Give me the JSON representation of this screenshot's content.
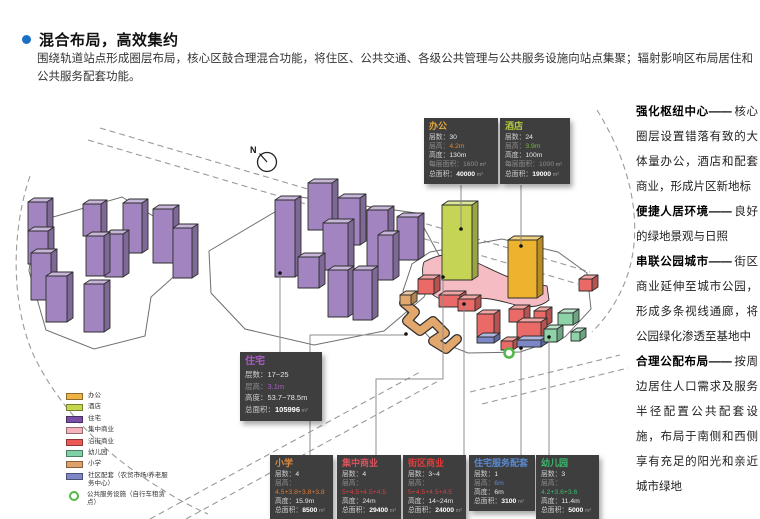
{
  "page": {
    "title": "混合布局，高效集约",
    "description": "围绕轨道站点形成圈层布局，核心区鼓合理混合功能，将住区、公共交通、各级公共管理与公共服务设施向站点集聚；辐射影响区布局居住和公共服务配套功能。",
    "bullet_color": "#1b6fc4"
  },
  "sidebar": {
    "paragraphs": [
      {
        "lead": "强化枢纽中心——",
        "text": "核心圈层设置错落有致的大体量办公，酒店和配套商业，形成片区新地标"
      },
      {
        "lead": "便捷人居环境——",
        "text": "良好的绿地景观与日照"
      },
      {
        "lead": "串联公园城市——",
        "text": "街区商业延伸至城市公园，形成多条视线通廊，将公园绿化渗透至基地中"
      },
      {
        "lead": "合理公配布局——",
        "text": "按周边居住人口需求及服务半径配置公共配套设施，布局于南侧和西侧享有充足的阳光和亲近城市绿地"
      }
    ]
  },
  "compass": {
    "label": "N"
  },
  "colors": {
    "office": "#c6d455",
    "hotel": "#edb32f",
    "residential": "#a285c0",
    "central_commercial": "#f6bcc4",
    "street_commercial": "#e96a66",
    "primary_school": "#e2a76c",
    "kindergarten": "#8ed2a8",
    "community": "#7b87c6",
    "public_service": "#52b948",
    "outline": "#2e2e2e",
    "road": "#9a9a9a",
    "boundary": "#6f6f6f"
  },
  "info_boxes": [
    {
      "title": "办公",
      "title_color": "#e2a63d",
      "accent": "#e2862f",
      "rows": [
        {
          "label": "层数",
          "value": "30"
        },
        {
          "label": "层高",
          "value": "4.2m",
          "label_dim": true,
          "accent": true
        },
        {
          "label": "高度",
          "value": "130m"
        },
        {
          "label": "每层面积",
          "value": "1600 m²",
          "label_dim": true,
          "value_dim": true
        },
        {
          "label": "总面积",
          "value": "40000 m²",
          "total": true
        }
      ]
    },
    {
      "title": "酒店",
      "title_color": "#b5c93f",
      "accent": "#78b43e",
      "rows": [
        {
          "label": "层数",
          "value": "24"
        },
        {
          "label": "层高",
          "value": "3.9m",
          "label_dim": true,
          "accent": true
        },
        {
          "label": "高度",
          "value": "100m"
        },
        {
          "label": "每层面积",
          "value": "1000 m²",
          "label_dim": true,
          "value_dim": true
        },
        {
          "label": "总面积",
          "value": "19000 m²",
          "total": true
        }
      ]
    },
    {
      "title": "住宅",
      "title_color": "#a85cc4",
      "accent": "#a85cc4",
      "rows": [
        {
          "label": "层数",
          "value": "17~25"
        },
        {
          "label": "层高",
          "value": "3.1m",
          "label_dim": true,
          "accent": true
        },
        {
          "label": "高度",
          "value": "53.7~78.5m"
        },
        {
          "label": "总面积",
          "value": "105996 m²",
          "total": true
        }
      ]
    },
    {
      "title": "小学",
      "title_color": "#dd8a3e",
      "accent": "#dd7a30",
      "rows": [
        {
          "label": "层数",
          "value": "4"
        },
        {
          "label": "层高",
          "value": "4.5+3.8+3.8+3.8",
          "label_dim": true,
          "accent": true,
          "wrap": true
        },
        {
          "label": "高度",
          "value": "15.9m"
        },
        {
          "label": "总面积",
          "value": "8500 m²",
          "total": true
        }
      ]
    },
    {
      "title": "集中商业",
      "title_color": "#d8555e",
      "accent": "#d63f3f",
      "rows": [
        {
          "label": "层数",
          "value": "4"
        },
        {
          "label": "层高",
          "value": "5+4.5+4.5+4.5",
          "label_dim": true,
          "accent": true,
          "wrap": true
        },
        {
          "label": "高度",
          "value": "24m"
        },
        {
          "label": "总面积",
          "value": "29400 m²",
          "total": true
        }
      ]
    },
    {
      "title": "街区商业",
      "title_color": "#e03b3b",
      "accent": "#d63f3f",
      "rows": [
        {
          "label": "层数",
          "value": "3~4"
        },
        {
          "label": "层高",
          "value": "5+4.5+4.5+4.5",
          "label_dim": true,
          "accent": true,
          "wrap": true
        },
        {
          "label": "高度",
          "value": "14~24m"
        },
        {
          "label": "总面积",
          "value": "24000 m²",
          "total": true
        }
      ]
    },
    {
      "title": "住宅服务配套",
      "title_color": "#5b8bd4",
      "accent": "#5b8bd4",
      "rows": [
        {
          "label": "层数",
          "value": "1"
        },
        {
          "label": "层高",
          "value": "6m",
          "label_dim": true,
          "accent": true
        },
        {
          "label": "高度",
          "value": "6m"
        },
        {
          "label": "总面积",
          "value": "3100 m²",
          "total": true
        }
      ]
    },
    {
      "title": "幼儿园",
      "title_color": "#3cb96e",
      "accent": "#3cb96e",
      "rows": [
        {
          "label": "层数",
          "value": "3"
        },
        {
          "label": "层高",
          "value": "4.2+3.6+3.6",
          "label_dim": true,
          "accent": true,
          "wrap": true
        },
        {
          "label": "高度",
          "value": "11.4m"
        },
        {
          "label": "总面积",
          "value": "5000 m²",
          "total": true
        }
      ]
    }
  ],
  "legend": {
    "items": [
      {
        "label": "办公",
        "color": "#efb246"
      },
      {
        "label": "酒店",
        "color": "#c3d64e"
      },
      {
        "label": "住宅",
        "color": "#7a4fa8"
      },
      {
        "label": "集中商业",
        "color": "#f4b3bd"
      },
      {
        "label": "沿街商业",
        "color": "#ec5a58"
      },
      {
        "label": "幼儿园",
        "color": "#7fd0a4"
      },
      {
        "label": "小学",
        "color": "#dda169"
      },
      {
        "label": "社区配套（农贸市场/养老服务中心）",
        "color": "#7b87c6"
      }
    ],
    "circle_item": {
      "label": "公共服务设施（自行车租赁点）",
      "color": "#52b948"
    }
  }
}
